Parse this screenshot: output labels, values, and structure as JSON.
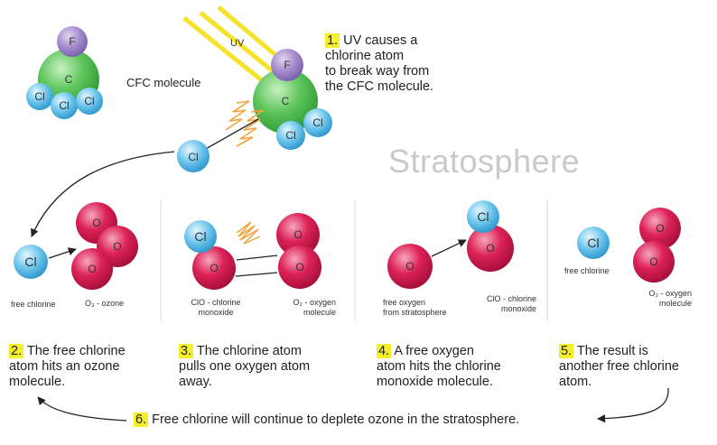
{
  "labels": {
    "uv": "UV",
    "cfc_molecule": "CFC molecule",
    "stratosphere": "Stratosphere",
    "free_chlorine_1": "free chlorine",
    "ozone": "O₃ - ozone",
    "clo_1_line1": "ClO - chlorine",
    "clo_1_line2": "monoxide",
    "oxygen_molecule_1_line1": "O₂ - oxygen",
    "oxygen_molecule_1_line2": "molecule",
    "free_oxygen_line1": "free oxygen",
    "free_oxygen_line2": "from stratosphere",
    "clo_2_line1": "ClO - chlorine",
    "clo_2_line2": "monoxide",
    "free_chlorine_2": "free chlorine",
    "oxygen_molecule_2_line1": "O₂ - oxygen",
    "oxygen_molecule_2_line2": "molecule"
  },
  "atoms": {
    "F": "F",
    "C": "C",
    "Cl": "Cl",
    "O": "O"
  },
  "steps": [
    {
      "num": "1.",
      "lines": [
        "UV causes a",
        "chlorine atom",
        "to break way from",
        "the CFC molecule."
      ]
    },
    {
      "num": "2.",
      "lines": [
        "The free chlorine",
        "atom hits an ozone",
        "molecule."
      ]
    },
    {
      "num": "3.",
      "lines": [
        "The chlorine atom",
        "pulls one oxygen atom",
        "away."
      ]
    },
    {
      "num": "4.",
      "lines": [
        "A free oxygen",
        "atom hits the chlorine",
        "monoxide molecule."
      ]
    },
    {
      "num": "5.",
      "lines": [
        "The result is",
        "another free chlorine",
        "atom."
      ]
    },
    {
      "num": "6.",
      "lines": [
        "Free chlorine will continue to deplete ozone in the stratosphere."
      ]
    }
  ],
  "colors": {
    "fluorine": "#9d83c6",
    "carbon": "#5cc35c",
    "chlorine": "#63c0ea",
    "oxygen": "#d81b4e",
    "uv_rays": "#f7e22b",
    "bond_zigzag": "#f5a23c",
    "step_highlight": "#f5ee2b"
  }
}
